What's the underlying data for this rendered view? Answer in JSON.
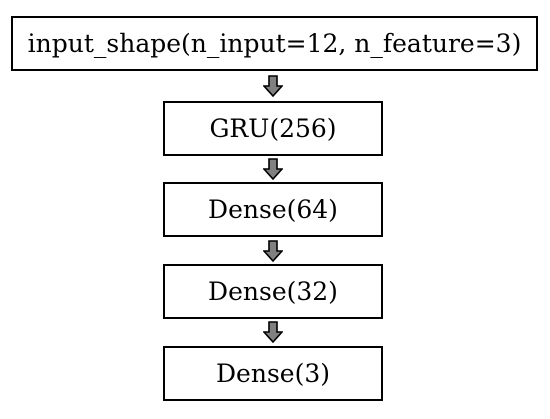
{
  "nodes": [
    {
      "id": "input",
      "label": "input_shape(n_input=12, n_feature=3)"
    },
    {
      "id": "gru",
      "label": "GRU(256)"
    },
    {
      "id": "dense64",
      "label": "Dense(64)"
    },
    {
      "id": "dense32",
      "label": "Dense(32)"
    },
    {
      "id": "dense3",
      "label": "Dense(3)"
    }
  ],
  "edges": [
    {
      "from": "input",
      "to": "gru"
    },
    {
      "from": "gru",
      "to": "dense64"
    },
    {
      "from": "dense64",
      "to": "dense32"
    },
    {
      "from": "dense32",
      "to": "dense3"
    }
  ],
  "colors": {
    "border": "#000000",
    "arrow_fill": "#808080",
    "background": "#ffffff"
  }
}
